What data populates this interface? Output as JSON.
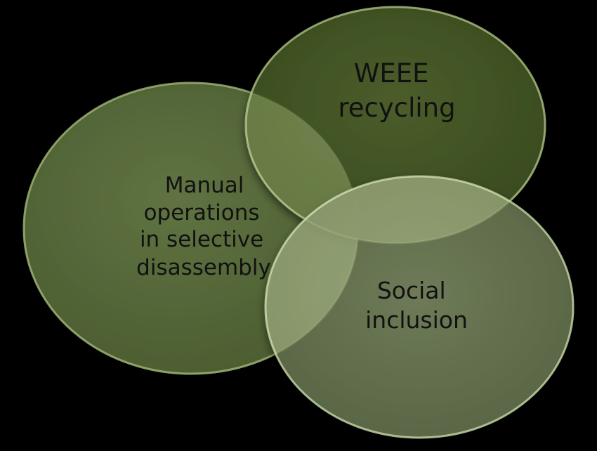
{
  "diagram": {
    "type": "venn",
    "background": "#000000",
    "circles": [
      {
        "id": "manual-operations",
        "lines": [
          "Manual",
          "operations",
          "in selective",
          "disassembly"
        ],
        "fill": "#5b6d3c"
      },
      {
        "id": "weee-recycling",
        "lines": [
          "WEEE",
          "recycling"
        ],
        "fill": "#4b5f28"
      },
      {
        "id": "social-inclusion",
        "lines": [
          "Social",
          "inclusion"
        ],
        "fill": "#7f8f63"
      }
    ]
  }
}
